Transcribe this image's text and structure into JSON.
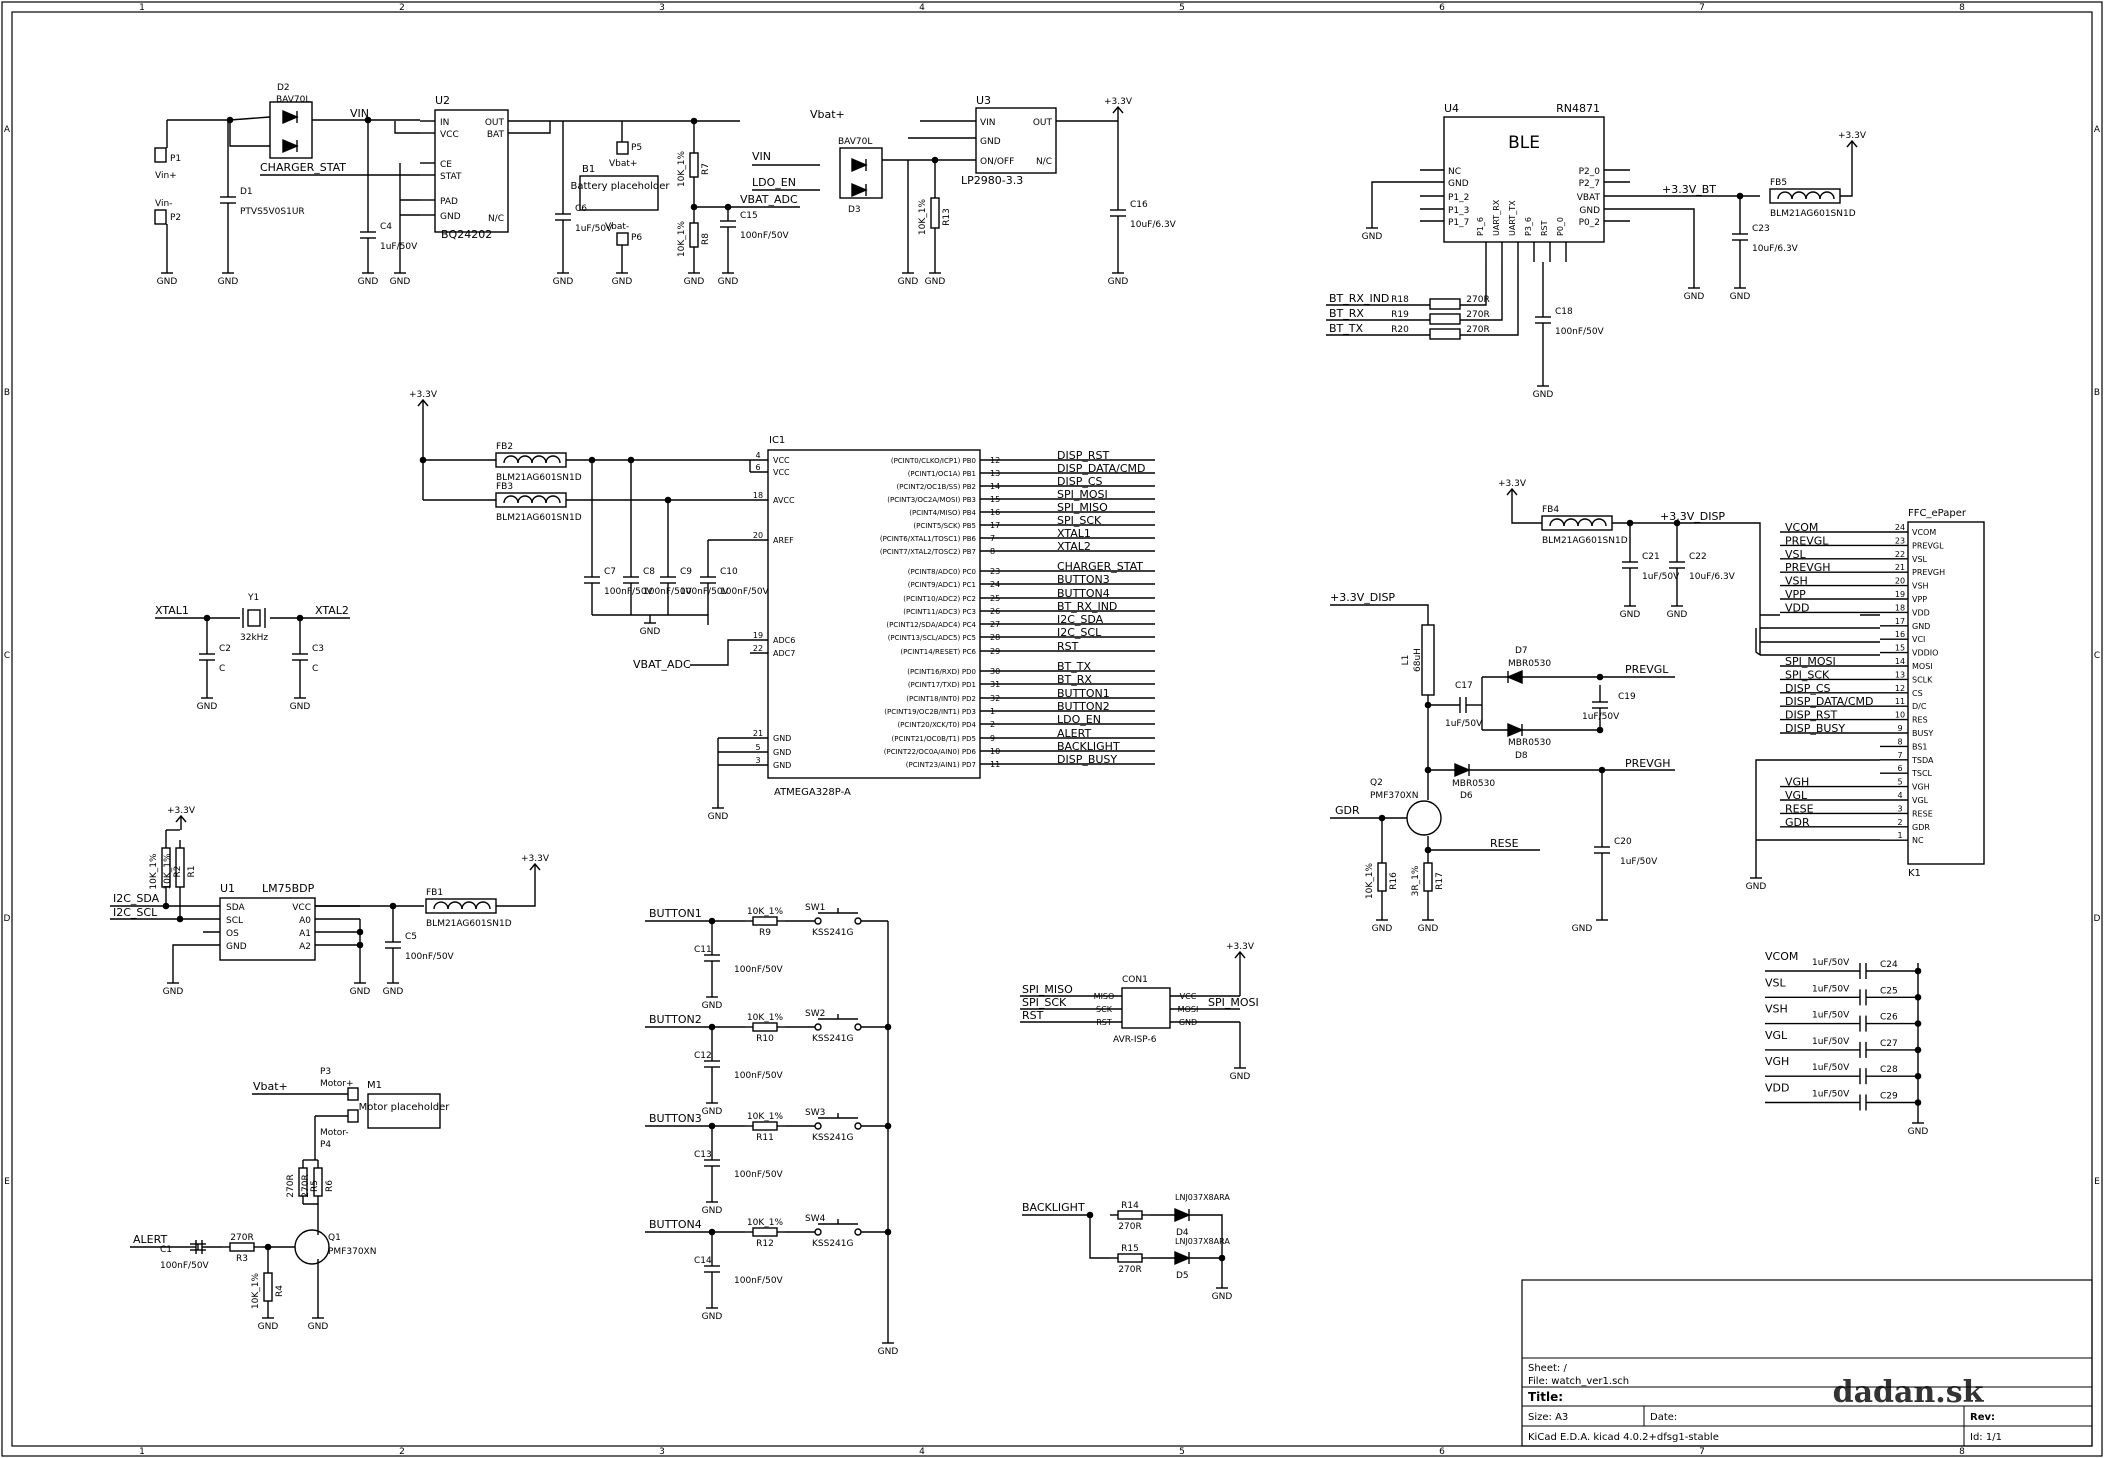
{
  "border": {
    "columns": [
      "1",
      "2",
      "3",
      "4",
      "5",
      "6",
      "7",
      "8"
    ],
    "rows": [
      "A",
      "B",
      "C",
      "D",
      "E"
    ]
  },
  "title_block": {
    "sheet": "Sheet: /",
    "file": "File: watch_ver1.sch",
    "title": "Title:",
    "size": "Size: A3",
    "date": "Date:",
    "rev": "Rev:",
    "tool": "KiCad E.D.A.  kicad 4.0.2+dfsg1-stable",
    "id": "Id: 1/1"
  },
  "watermark": "dadan.sk",
  "power": {
    "u2": {
      "p1_ref": "P1",
      "p1_name": "Vin+",
      "p2_ref": "P2",
      "p2_name": "Vin-",
      "d2_ref": "D2",
      "d2_val": "BAV70L",
      "d1_ref": "D1",
      "d1_val": "PTVS5V0S1UR",
      "vin": "VIN",
      "charger_stat": "CHARGER_STAT",
      "c4_ref": "C4",
      "c4_val": "1uF/50V",
      "u2_ref": "U2",
      "u2_val": "BQ24202",
      "pins_left": [
        "IN",
        "VCC",
        "CE",
        "STAT",
        "PAD",
        "GND"
      ],
      "pins_right": [
        "OUT",
        "BAT",
        "N/C"
      ],
      "c6_ref": "C6",
      "c6_val": "1uF/50V",
      "b1_ref": "B1",
      "b1_val": "Battery placeholder",
      "p5_ref": "P5",
      "p5_name": "Vbat+",
      "p6_ref": "P6",
      "p6_name": "Vbat-",
      "vbat": "Vbat+",
      "r7_ref": "R7",
      "r7_val": "10K_1%",
      "r8_ref": "R8",
      "r8_val": "10K_1%",
      "c15_ref": "C15",
      "c15_val": "100nF/50V",
      "vbat_adc": "VBAT_ADC",
      "d3_ref": "D3",
      "d3_val": "BAV70L",
      "vin2": "VIN",
      "ldo_en": "LDO_EN",
      "r13_ref": "R13",
      "r13_val": "10K_1%",
      "u3_ref": "U3",
      "u3_val": "LP2980-3.3",
      "u3_pins": [
        "VIN",
        "GND",
        "ON/OFF",
        "OUT",
        "N/C"
      ],
      "c16_ref": "C16",
      "c16_val": "10uF/6.3V",
      "v33": "+3.3V"
    },
    "ble": {
      "u4_ref": "U4",
      "u4_val": "RN4871",
      "title": "BLE",
      "pins_left": [
        "NC",
        "GND",
        "P1_2",
        "P1_3",
        "P1_7"
      ],
      "pins_right": [
        "P2_0",
        "P2_7",
        "VBAT",
        "GND",
        "P0_2"
      ],
      "pins_bottom": [
        "P1_6",
        "UART_RX",
        "UART_TX",
        "P3_6",
        "RST",
        "P0_0"
      ],
      "net_bt": "+3.3V_BT",
      "fb5_ref": "FB5",
      "fb5_val": "BLM21AG601SN1D",
      "c23_ref": "C23",
      "c23_val": "10uF/6.3V",
      "v33": "+3.3V",
      "nets": [
        "BT_RX_IND",
        "BT_RX",
        "BT_TX"
      ],
      "res": [
        [
          "R18",
          "270R"
        ],
        [
          "R19",
          "270R"
        ],
        [
          "R20",
          "270R"
        ]
      ],
      "c18_ref": "C18",
      "c18_val": "100nF/50V"
    },
    "mcu": {
      "ic1_ref": "IC1",
      "ic1_val": "ATMEGA328P-A",
      "v33": "+3.3V",
      "fb2_ref": "FB2",
      "fb2_val": "BLM21AG601SN1D",
      "fb3_ref": "FB3",
      "fb3_val": "BLM21AG601SN1D",
      "caps": [
        [
          "C7",
          "100nF/50V"
        ],
        [
          "C8",
          "100nF/50V"
        ],
        [
          "C9",
          "100nF/50V"
        ],
        [
          "C10",
          "100nF/50V"
        ]
      ],
      "left_pins": [
        [
          "4",
          "VCC"
        ],
        [
          "6",
          "VCC"
        ],
        [
          "18",
          "AVCC"
        ],
        [
          "20",
          "AREF"
        ],
        [
          "19",
          "ADC6"
        ],
        [
          "22",
          "ADC7"
        ],
        [
          "21",
          "GND"
        ],
        [
          "5",
          "GND"
        ],
        [
          "3",
          "GND"
        ]
      ],
      "right_pins": [
        [
          "12",
          "(PCINT0/CLKO/ICP1) PB0",
          "DISP_RST"
        ],
        [
          "13",
          "(PCINT1/OC1A) PB1",
          "DISP_DATA/CMD"
        ],
        [
          "14",
          "(PCINT2/OC1B/SS) PB2",
          "DISP_CS"
        ],
        [
          "15",
          "(PCINT3/OC2A/MOSI) PB3",
          "SPI_MOSI"
        ],
        [
          "16",
          "(PCINT4/MISO) PB4",
          "SPI_MISO"
        ],
        [
          "17",
          "(PCINT5/SCK) PB5",
          "SPI_SCK"
        ],
        [
          "7",
          "(PCINT6/XTAL1/TOSC1) PB6",
          "XTAL1"
        ],
        [
          "8",
          "(PCINT7/XTAL2/TOSC2) PB7",
          "XTAL2"
        ],
        [
          "23",
          "(PCINT8/ADC0) PC0",
          "CHARGER_STAT"
        ],
        [
          "24",
          "(PCINT9/ADC1) PC1",
          "BUTTON3"
        ],
        [
          "25",
          "(PCINT10/ADC2) PC2",
          "BUTTON4"
        ],
        [
          "26",
          "(PCINT11/ADC3) PC3",
          "BT_RX_IND"
        ],
        [
          "27",
          "(PCINT12/SDA/ADC4) PC4",
          "I2C_SDA"
        ],
        [
          "28",
          "(PCINT13/SCL/ADC5) PC5",
          "I2C_SCL"
        ],
        [
          "29",
          "(PCINT14/RESET) PC6",
          "RST"
        ],
        [
          "30",
          "(PCINT16/RXD) PD0",
          "BT_TX"
        ],
        [
          "31",
          "(PCINT17/TXD) PD1",
          "BT_RX"
        ],
        [
          "32",
          "(PCINT18/INT0) PD2",
          "BUTTON1"
        ],
        [
          "1",
          "(PCINT19/OC2B/INT1) PD3",
          "BUTTON2"
        ],
        [
          "2",
          "(PCINT20/XCK/T0) PD4",
          "LDO_EN"
        ],
        [
          "9",
          "(PCINT21/OC0B/T1) PD5",
          "ALERT"
        ],
        [
          "10",
          "(PCINT22/OC0A/AIN0) PD6",
          "BACKLIGHT"
        ],
        [
          "11",
          "(PCINT23/AIN1) PD7",
          "DISP_BUSY"
        ]
      ],
      "vbat_adc": "VBAT_ADC"
    },
    "xtal": {
      "xtal1": "XTAL1",
      "xtal2": "XTAL2",
      "y1_ref": "Y1",
      "y1_val": "32kHz",
      "c2_ref": "C2",
      "c2_val": "C",
      "c3_ref": "C3",
      "c3_val": "C"
    },
    "temp": {
      "u1_ref": "U1",
      "u1_val": "LM75BDP",
      "pins_left": [
        "SDA",
        "SCL",
        "OS",
        "GND"
      ],
      "pins_right": [
        "VCC",
        "A0",
        "A1",
        "A2"
      ],
      "r1": [
        "R1",
        "10K_1%"
      ],
      "r2": [
        "R2",
        "10K_1%"
      ],
      "sda": "I2C_SDA",
      "scl": "I2C_SCL",
      "c5": [
        "C5",
        "100nF/50V"
      ],
      "fb1": [
        "FB1",
        "BLM21AG601SN1D"
      ],
      "v33": "+3.3V"
    },
    "motor": {
      "p3_ref": "P3",
      "p3_name": "Motor+",
      "p4_ref": "P4",
      "p4_name": "Motor-",
      "m1_ref": "M1",
      "m1_val": "Motor placeholder",
      "vbat": "Vbat+",
      "r5": [
        "R5",
        "270R"
      ],
      "r6": [
        "R6",
        "270R"
      ],
      "q1": [
        "Q1",
        "PMF370XN"
      ],
      "alert": "ALERT",
      "c1": [
        "C1",
        "100nF/50V"
      ],
      "r3": [
        "R3",
        "270R"
      ],
      "r4": [
        "R4",
        "10K_1%"
      ]
    },
    "buttons": [
      {
        "net": "BUTTON1",
        "r": "R9",
        "rv": "10K_1%",
        "c": "C11",
        "cv": "100nF/50V",
        "sw": "SW1",
        "swv": "KSS241G"
      },
      {
        "net": "BUTTON2",
        "r": "R10",
        "rv": "10K_1%",
        "c": "C12",
        "cv": "100nF/50V",
        "sw": "SW2",
        "swv": "KSS241G"
      },
      {
        "net": "BUTTON3",
        "r": "R11",
        "rv": "10K_1%",
        "c": "C13",
        "cv": "100nF/50V",
        "sw": "SW3",
        "swv": "KSS241G"
      },
      {
        "net": "BUTTON4",
        "r": "R12",
        "rv": "10K_1%",
        "c": "C14",
        "cv": "100nF/50V",
        "sw": "SW4",
        "swv": "KSS241G"
      }
    ],
    "isp": {
      "ref": "CON1",
      "val": "AVR-ISP-6",
      "pins": [
        "MISO",
        "SCK",
        "RST",
        "VCC",
        "MOSI",
        "GND"
      ],
      "nets": [
        "SPI_MISO",
        "SPI_SCK",
        "RST",
        "SPI_MOSI"
      ],
      "v33": "+3.3V"
    },
    "backlight": {
      "net": "BACKLIGHT",
      "r14": [
        "R14",
        "270R"
      ],
      "r15": [
        "R15",
        "270R"
      ],
      "d4": [
        "D4",
        "LNJ037X8ARA"
      ],
      "d5": [
        "D5",
        "LNJ037X8ARA"
      ]
    },
    "disp_supply": {
      "v33": "+3.3V",
      "fb4": [
        "FB4",
        "BLM21AG601SN1D"
      ],
      "net": "+3.3V_DISP",
      "c21": [
        "C21",
        "1uF/50V"
      ],
      "c22": [
        "C22",
        "10uF/6.3V"
      ],
      "l1": [
        "L1",
        "68uH"
      ],
      "c17": [
        "C17",
        "1uF/50V"
      ],
      "d7": [
        "D7",
        "MBR0530"
      ],
      "d8": [
        "D8",
        "MBR0530"
      ],
      "d6": [
        "D6",
        "MBR0530"
      ],
      "c19": [
        "C19",
        "1uF/50V"
      ],
      "c20": [
        "C20",
        "1uF/50V"
      ],
      "prevgl": "PREVGL",
      "prevgh": "PREVGH",
      "q2": [
        "Q2",
        "PMF370XN"
      ],
      "gdr": "GDR",
      "rese": "RESE",
      "r16": [
        "R16",
        "10K_1%"
      ],
      "r17": [
        "R17",
        "3R_1%"
      ]
    },
    "ffc": {
      "ref": "K1",
      "title": "FFC_ePaper",
      "pins": [
        [
          "24",
          "VCOM",
          "VCOM"
        ],
        [
          "23",
          "PREVGL",
          "PREVGL"
        ],
        [
          "22",
          "VSL",
          "VSL"
        ],
        [
          "21",
          "PREVGH",
          "PREVGH"
        ],
        [
          "20",
          "VSH",
          "VSH"
        ],
        [
          "19",
          "VPP",
          "VPP"
        ],
        [
          "18",
          "VDD",
          "VDD"
        ],
        [
          "17",
          "",
          "GND"
        ],
        [
          "16",
          "",
          "VCI"
        ],
        [
          "15",
          "",
          "VDDIO"
        ],
        [
          "14",
          "SPI_MOSI",
          "MOSI"
        ],
        [
          "13",
          "SPI_SCK",
          "SCLK"
        ],
        [
          "12",
          "DISP_CS",
          "CS"
        ],
        [
          "11",
          "DISP_DATA/CMD",
          "D/C"
        ],
        [
          "10",
          "DISP_RST",
          "RES"
        ],
        [
          "9",
          "DISP_BUSY",
          "BUSY"
        ],
        [
          "8",
          "",
          "BS1"
        ],
        [
          "7",
          "",
          "TSDA"
        ],
        [
          "6",
          "",
          "TSCL"
        ],
        [
          "5",
          "VGH",
          "VGH"
        ],
        [
          "4",
          "VGL",
          "VGL"
        ],
        [
          "3",
          "RESE",
          "RESE"
        ],
        [
          "2",
          "GDR",
          "GDR"
        ],
        [
          "1",
          "",
          "NC"
        ]
      ]
    },
    "decoupling": [
      [
        "VCOM",
        "C24",
        "1uF/50V"
      ],
      [
        "VSL",
        "C25",
        "1uF/50V"
      ],
      [
        "VSH",
        "C26",
        "1uF/50V"
      ],
      [
        "VGL",
        "C27",
        "1uF/50V"
      ],
      [
        "VGH",
        "C28",
        "1uF/50V"
      ],
      [
        "VDD",
        "C29",
        "1uF/50V"
      ]
    ],
    "gnd": "GND"
  }
}
